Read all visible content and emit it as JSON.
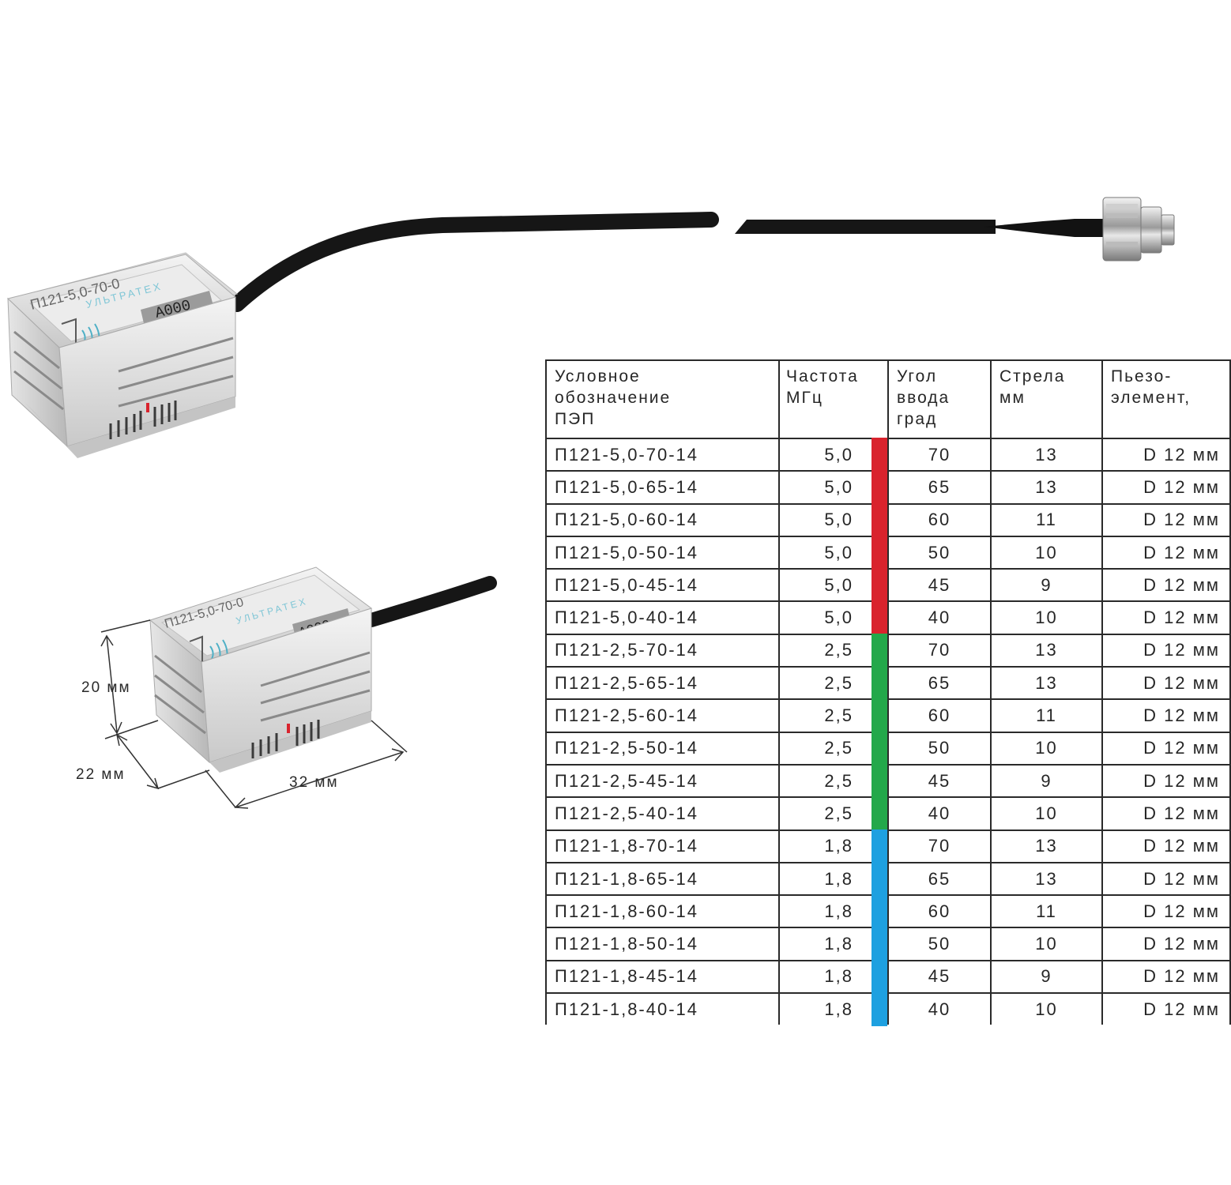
{
  "probe_large": {
    "model_marking": "П121-5,0-70-0",
    "brand_marking": "УЛЬТРАТЕХ",
    "serial": "A000"
  },
  "probe_small": {
    "model_marking": "П121-5,0-70-0",
    "brand_marking": "УЛЬТРАТЕХ",
    "serial": "A000"
  },
  "dimensions": {
    "height": "20 мм",
    "depth": "22 мм",
    "width": "32 мм"
  },
  "colors": {
    "band_5_0": "#d9232d",
    "band_2_5": "#23a84a",
    "band_1_8": "#1ea0e0"
  },
  "table": {
    "headers": [
      "Условное\nобозначение\nПЭП",
      "Частота\nМГц",
      "Угол\nввода\nград",
      "Стрела\nмм",
      "Пьезо-\nэлемент,"
    ],
    "rows": [
      {
        "designation": "П121-5,0-70-14",
        "frequency": "5,0",
        "angle": "70",
        "arrow": "13",
        "piezo": "D 12 мм",
        "band": "red"
      },
      {
        "designation": "П121-5,0-65-14",
        "frequency": "5,0",
        "angle": "65",
        "arrow": "13",
        "piezo": "D 12 мм",
        "band": "red"
      },
      {
        "designation": "П121-5,0-60-14",
        "frequency": "5,0",
        "angle": "60",
        "arrow": "11",
        "piezo": "D 12 мм",
        "band": "red"
      },
      {
        "designation": "П121-5,0-50-14",
        "frequency": "5,0",
        "angle": "50",
        "arrow": "10",
        "piezo": "D 12 мм",
        "band": "red"
      },
      {
        "designation": "П121-5,0-45-14",
        "frequency": "5,0",
        "angle": "45",
        "arrow": "9",
        "piezo": "D 12 мм",
        "band": "red"
      },
      {
        "designation": "П121-5,0-40-14",
        "frequency": "5,0",
        "angle": "40",
        "arrow": "10",
        "piezo": "D 12 мм",
        "band": "red"
      },
      {
        "designation": "П121-2,5-70-14",
        "frequency": "2,5",
        "angle": "70",
        "arrow": "13",
        "piezo": "D 12 мм",
        "band": "green"
      },
      {
        "designation": "П121-2,5-65-14",
        "frequency": "2,5",
        "angle": "65",
        "arrow": "13",
        "piezo": "D 12 мм",
        "band": "green"
      },
      {
        "designation": "П121-2,5-60-14",
        "frequency": "2,5",
        "angle": "60",
        "arrow": "11",
        "piezo": "D 12 мм",
        "band": "green"
      },
      {
        "designation": "П121-2,5-50-14",
        "frequency": "2,5",
        "angle": "50",
        "arrow": "10",
        "piezo": "D 12 мм",
        "band": "green"
      },
      {
        "designation": "П121-2,5-45-14",
        "frequency": "2,5",
        "angle": "45",
        "arrow": "9",
        "piezo": "D 12 мм",
        "band": "green"
      },
      {
        "designation": "П121-2,5-40-14",
        "frequency": "2,5",
        "angle": "40",
        "arrow": "10",
        "piezo": "D 12 мм",
        "band": "green"
      },
      {
        "designation": "П121-1,8-70-14",
        "frequency": "1,8",
        "angle": "70",
        "arrow": "13",
        "piezo": "D 12 мм",
        "band": "blue"
      },
      {
        "designation": "П121-1,8-65-14",
        "frequency": "1,8",
        "angle": "65",
        "arrow": "13",
        "piezo": "D 12 мм",
        "band": "blue"
      },
      {
        "designation": "П121-1,8-60-14",
        "frequency": "1,8",
        "angle": "60",
        "arrow": "11",
        "piezo": "D 12 мм",
        "band": "blue"
      },
      {
        "designation": "П121-1,8-50-14",
        "frequency": "1,8",
        "angle": "50",
        "arrow": "10",
        "piezo": "D 12 мм",
        "band": "blue"
      },
      {
        "designation": "П121-1,8-45-14",
        "frequency": "1,8",
        "angle": "45",
        "arrow": "9",
        "piezo": "D 12 мм",
        "band": "blue"
      },
      {
        "designation": "П121-1,8-40-14",
        "frequency": "1,8",
        "angle": "40",
        "arrow": "10",
        "piezo": "D 12 мм",
        "band": "blue"
      }
    ]
  }
}
